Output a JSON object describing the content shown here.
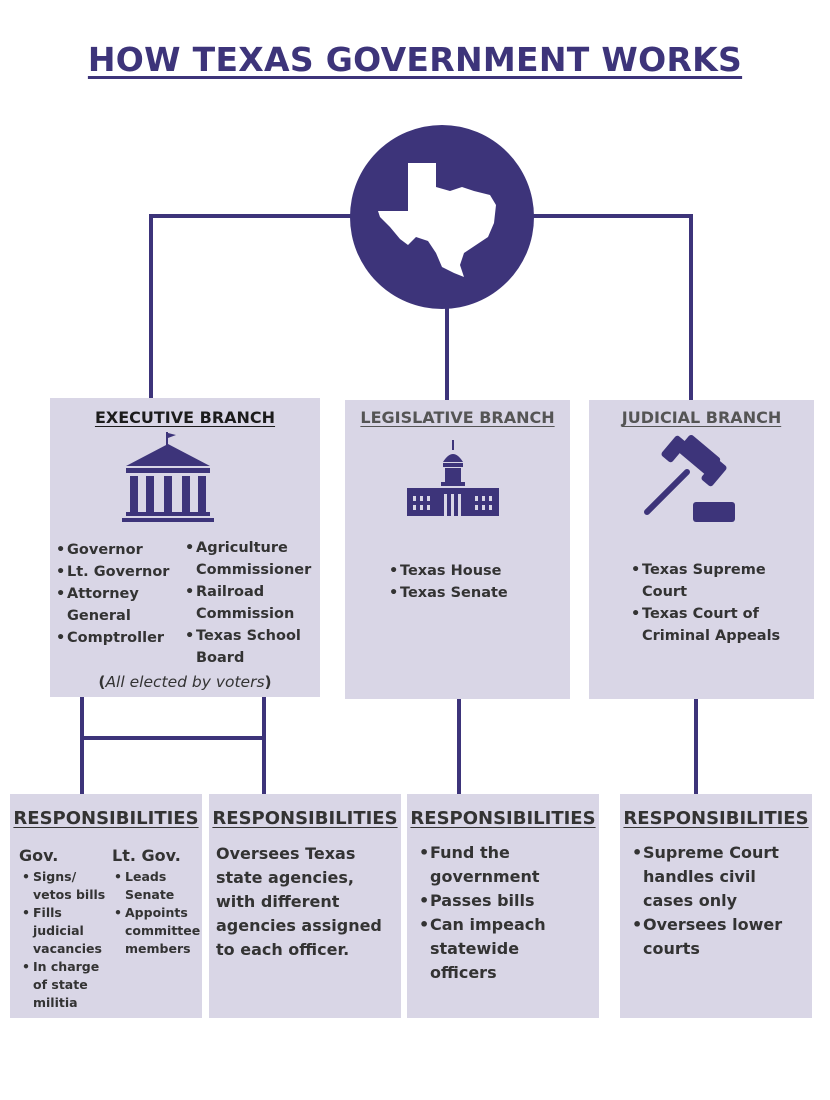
{
  "title": "HOW TEXAS GOVERNMENT WORKS",
  "colors": {
    "primary": "#3d347a",
    "box": "#d9d6e6",
    "text": "#333333"
  },
  "center_icon": "texas-state-icon",
  "executive": {
    "title": "EXECUTIVE BRANCH",
    "icon": "government-building-icon",
    "col1": [
      "Governor",
      "Lt. Governor",
      "Attorney General",
      "Comptroller"
    ],
    "col2": [
      "Agriculture Commissioner",
      "Railroad Commission",
      "Texas School Board"
    ],
    "note_open": "(",
    "note": "All elected by voters",
    "note_close": ")"
  },
  "legislative": {
    "title": "LEGISLATIVE BRANCH",
    "icon": "capitol-building-icon",
    "items": [
      "Texas House",
      "Texas Senate"
    ]
  },
  "judicial": {
    "title": "JUDICIAL BRANCH",
    "icon": "gavel-icon",
    "items": [
      "Texas Supreme Court",
      "Texas Court of Criminal Appeals"
    ]
  },
  "resp_gov": {
    "title": "RESPONSIBILITIES",
    "gov_label": "Gov.",
    "gov_items": [
      "Signs/ vetos bills",
      "Fills judicial vacancies",
      "In charge of state militia"
    ],
    "ltgov_label": "Lt. Gov.",
    "ltgov_items": [
      "Leads Senate",
      "Appoints committee members"
    ]
  },
  "resp_exec": {
    "title": "RESPONSIBILITIES",
    "text": "Oversees Texas state agencies, with different agencies assigned to each officer."
  },
  "resp_leg": {
    "title": "RESPONSIBILITIES",
    "items": [
      "Fund the government",
      "Passes bills",
      "Can impeach statewide officers"
    ]
  },
  "resp_jud": {
    "title": "RESPONSIBILITIES",
    "items": [
      "Supreme Court handles civil cases only",
      "Oversees lower courts"
    ]
  }
}
